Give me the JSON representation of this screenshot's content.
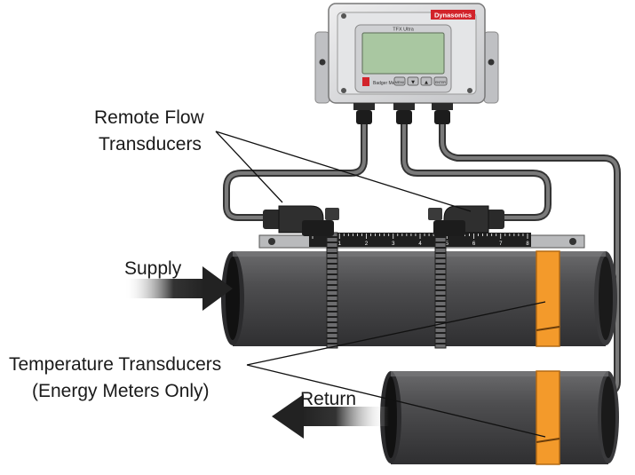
{
  "labels": {
    "remote_flow_line1": "Remote Flow",
    "remote_flow_line2": "Transducers",
    "supply": "Supply",
    "return": "Return",
    "temperature_line1": "Temperature Transducers",
    "temperature_line2": "(Energy Meters Only)"
  },
  "device": {
    "brand": "Dynasonics",
    "model": "TFX Ultra",
    "maker": "Badger Meter",
    "buttons": [
      "MENU",
      "▼",
      "▲",
      "ENTER"
    ]
  },
  "scale": {
    "ticks": [
      "1",
      "2",
      "3",
      "4",
      "5",
      "6",
      "7",
      "8"
    ]
  },
  "colors": {
    "pipe": "#4a4a4c",
    "pipe_dark": "#2e2e30",
    "pipe_light": "#6a6a6c",
    "band": "#f39a2b",
    "cable": "#444444",
    "enclosure": "#d8d9db",
    "display": "#a9c7a1",
    "brand_red": "#d2232a",
    "arrow": "#2b2b2b"
  }
}
